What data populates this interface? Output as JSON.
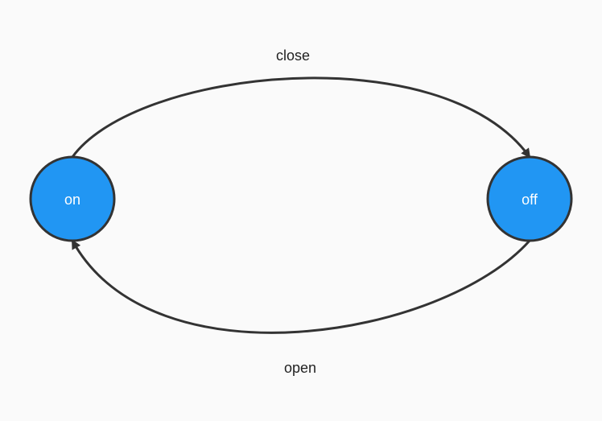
{
  "diagram": {
    "nodes": [
      {
        "id": "on",
        "label": "on"
      },
      {
        "id": "off",
        "label": "off"
      }
    ],
    "edges": [
      {
        "from": "on",
        "to": "off",
        "label": "close"
      },
      {
        "from": "off",
        "to": "on",
        "label": "open"
      }
    ]
  },
  "colors": {
    "node_fill": "#2196f3",
    "stroke": "#333333",
    "background": "#fafafa"
  }
}
